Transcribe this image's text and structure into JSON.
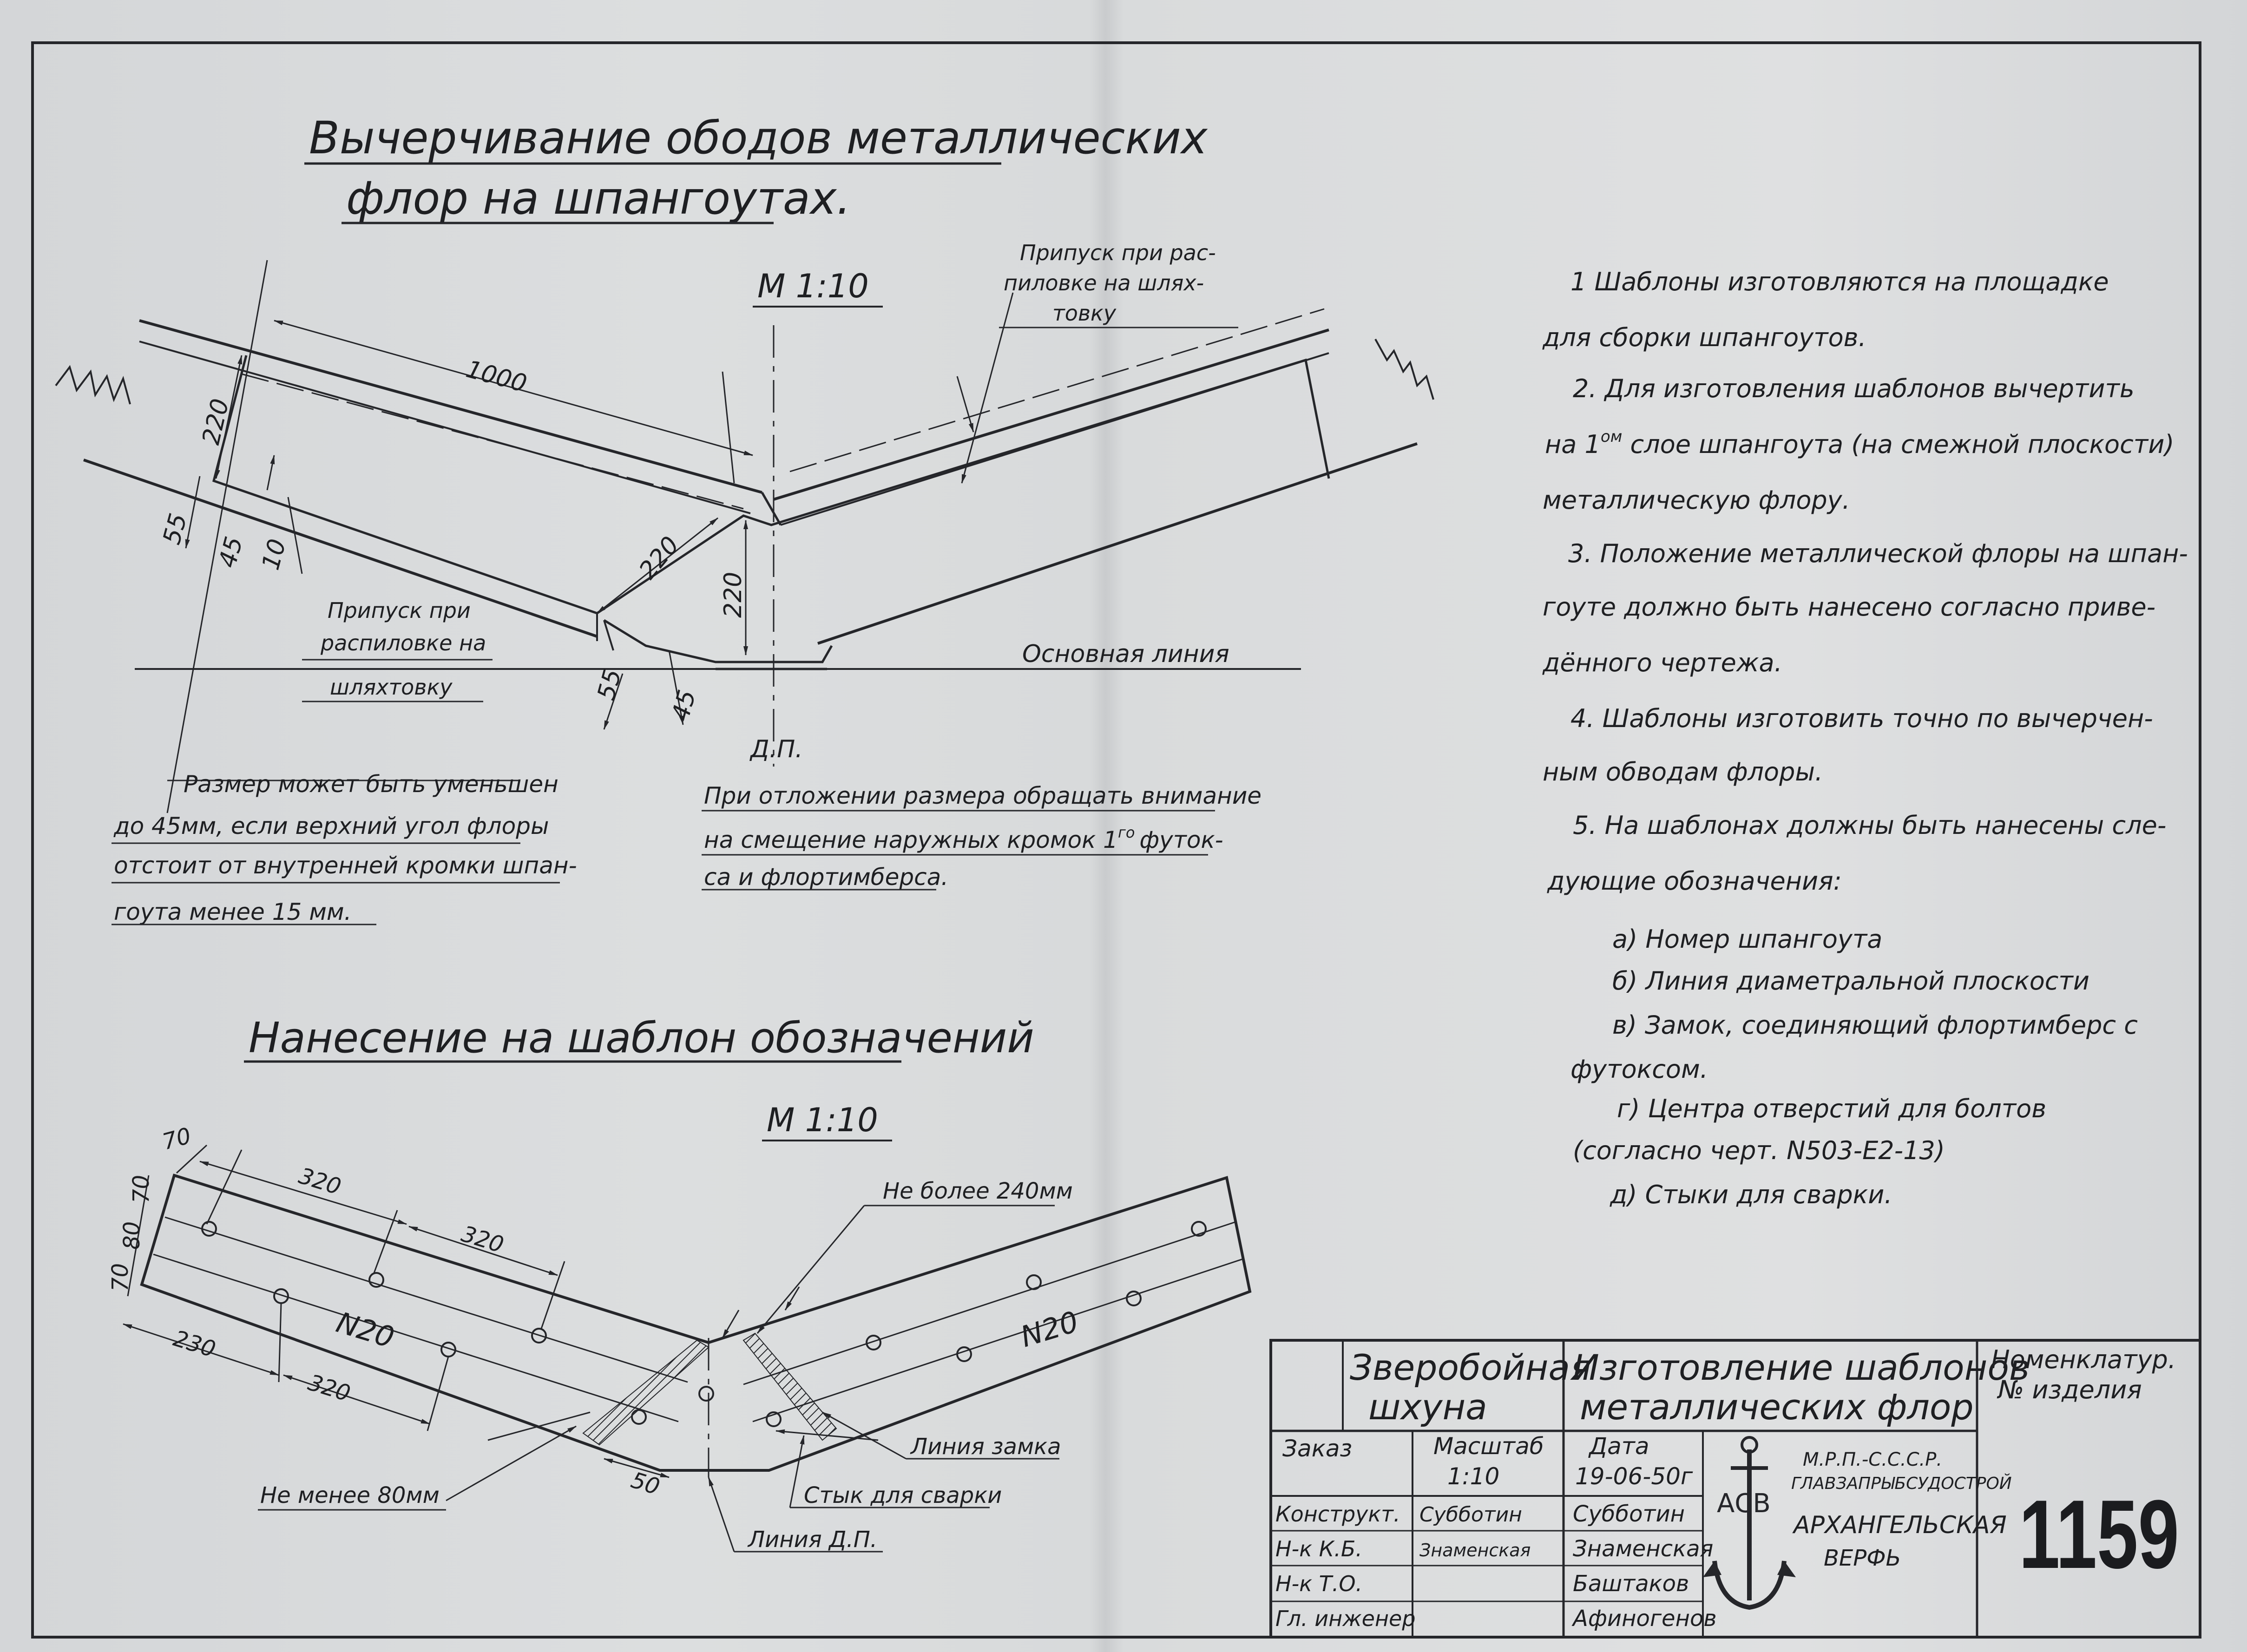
{
  "top_section": {
    "title_line1": "Вычерчивание ободов металлических",
    "title_line2": "флор на шпангоутах.",
    "scale": "М 1:10",
    "dims": {
      "d1000": "1000",
      "d220a": "220",
      "d55a": "55",
      "d45a": "45",
      "d10": "10",
      "d220b": "220",
      "d220c": "220",
      "d55b": "55",
      "d45b": "45"
    },
    "allowance_top": [
      "Припуск при рас-",
      "пиловке на шлях-",
      "товку"
    ],
    "allowance_left": [
      "Припуск при",
      "распиловке на",
      "шляхтовку"
    ],
    "base_line": "Основная линия",
    "dp": "Д.П.",
    "note_left": [
      "Размер может быть уменьшен",
      "до 45мм, если верхний угол флоры",
      "отстоит от внутренней кромки шпан-",
      "гоута менее 15 мм."
    ],
    "note_right": [
      "При отложении размера обращать внимание",
      "на смещение наружных кромок 1",
      "го",
      "футок-",
      "са и флортимберса."
    ]
  },
  "bottom_section": {
    "title": "Нанесение на шаблон обозначений",
    "scale": "М 1:10",
    "dims": {
      "d70a": "70",
      "d320a": "320",
      "d320b": "320",
      "d70b": "70",
      "d80": "80",
      "d70c": "70",
      "d230": "230",
      "d320c": "320",
      "d50": "50"
    },
    "label_n20_left": "N20",
    "label_n20_right": "N20",
    "not_more": "Не более 240мм",
    "not_less": "Не менее 80мм",
    "lock_line": "Линия замка",
    "weld_joint": "Стык для сварки",
    "dp_line": "Линия Д.П."
  },
  "notes": [
    "1 Шаблоны изготовляются на площадке",
    "для сборки шпангоутов.",
    "2. Для изготовления шаблонов вычертить",
    "на 1",
    "ом",
    " слое шпангоута (на смежной плоскости)",
    "металлическую флору.",
    "3. Положение металлической флоры на шпан-",
    "гоуте должно быть нанесено согласно приве-",
    "дённого чертежа.",
    "4. Шаблоны изготовить точно по вычерчен-",
    "ным обводам флоры.",
    "5. На шаблонах должны быть нанесены сле-",
    "дующие обозначения:",
    "а) Номер шпангоута",
    "б) Линия диаметральной плоскости",
    "в) Замок, соединяющий флортимберс с",
    "футоксом.",
    "г) Центра отверстий для болтов",
    "(согласно черт. N503-Е2-13)",
    "д) Стыки для сварки."
  ],
  "title_block": {
    "vessel_line1": "Зверобойная",
    "vessel_line2": "шхуна",
    "name_line1": "Изготовление шаблонов",
    "name_line2": "металлических флор",
    "nomen_line1": "Номенклатур.",
    "nomen_line2": "№ изделия",
    "order_label": "Заказ",
    "scale_label": "Масштаб",
    "scale_value": "1:10",
    "date_label": "Дата",
    "date_value": "19-06-50г",
    "rows": [
      {
        "role": "Конструкт.",
        "signature": "Субботин",
        "name": "Субботин"
      },
      {
        "role": "Н-к К.Б.",
        "signature": "Знаменская",
        "name": "Знаменская"
      },
      {
        "role": "Н-к Т.О.",
        "signature": "",
        "name": "Баштаков"
      },
      {
        "role": "Гл. инженер",
        "signature": "",
        "name": "Афиногенов"
      }
    ],
    "org_line1": "М.Р.П.-С.С.С.Р.",
    "org_line2": "ГЛАВЗАПРЫБСУДОСТРОЙ",
    "org_line3": "АРХАНГЕЛЬСКАЯ",
    "org_line4": "ВЕРФЬ",
    "logo_letters": "АСВ",
    "sheet_number": "1159"
  }
}
